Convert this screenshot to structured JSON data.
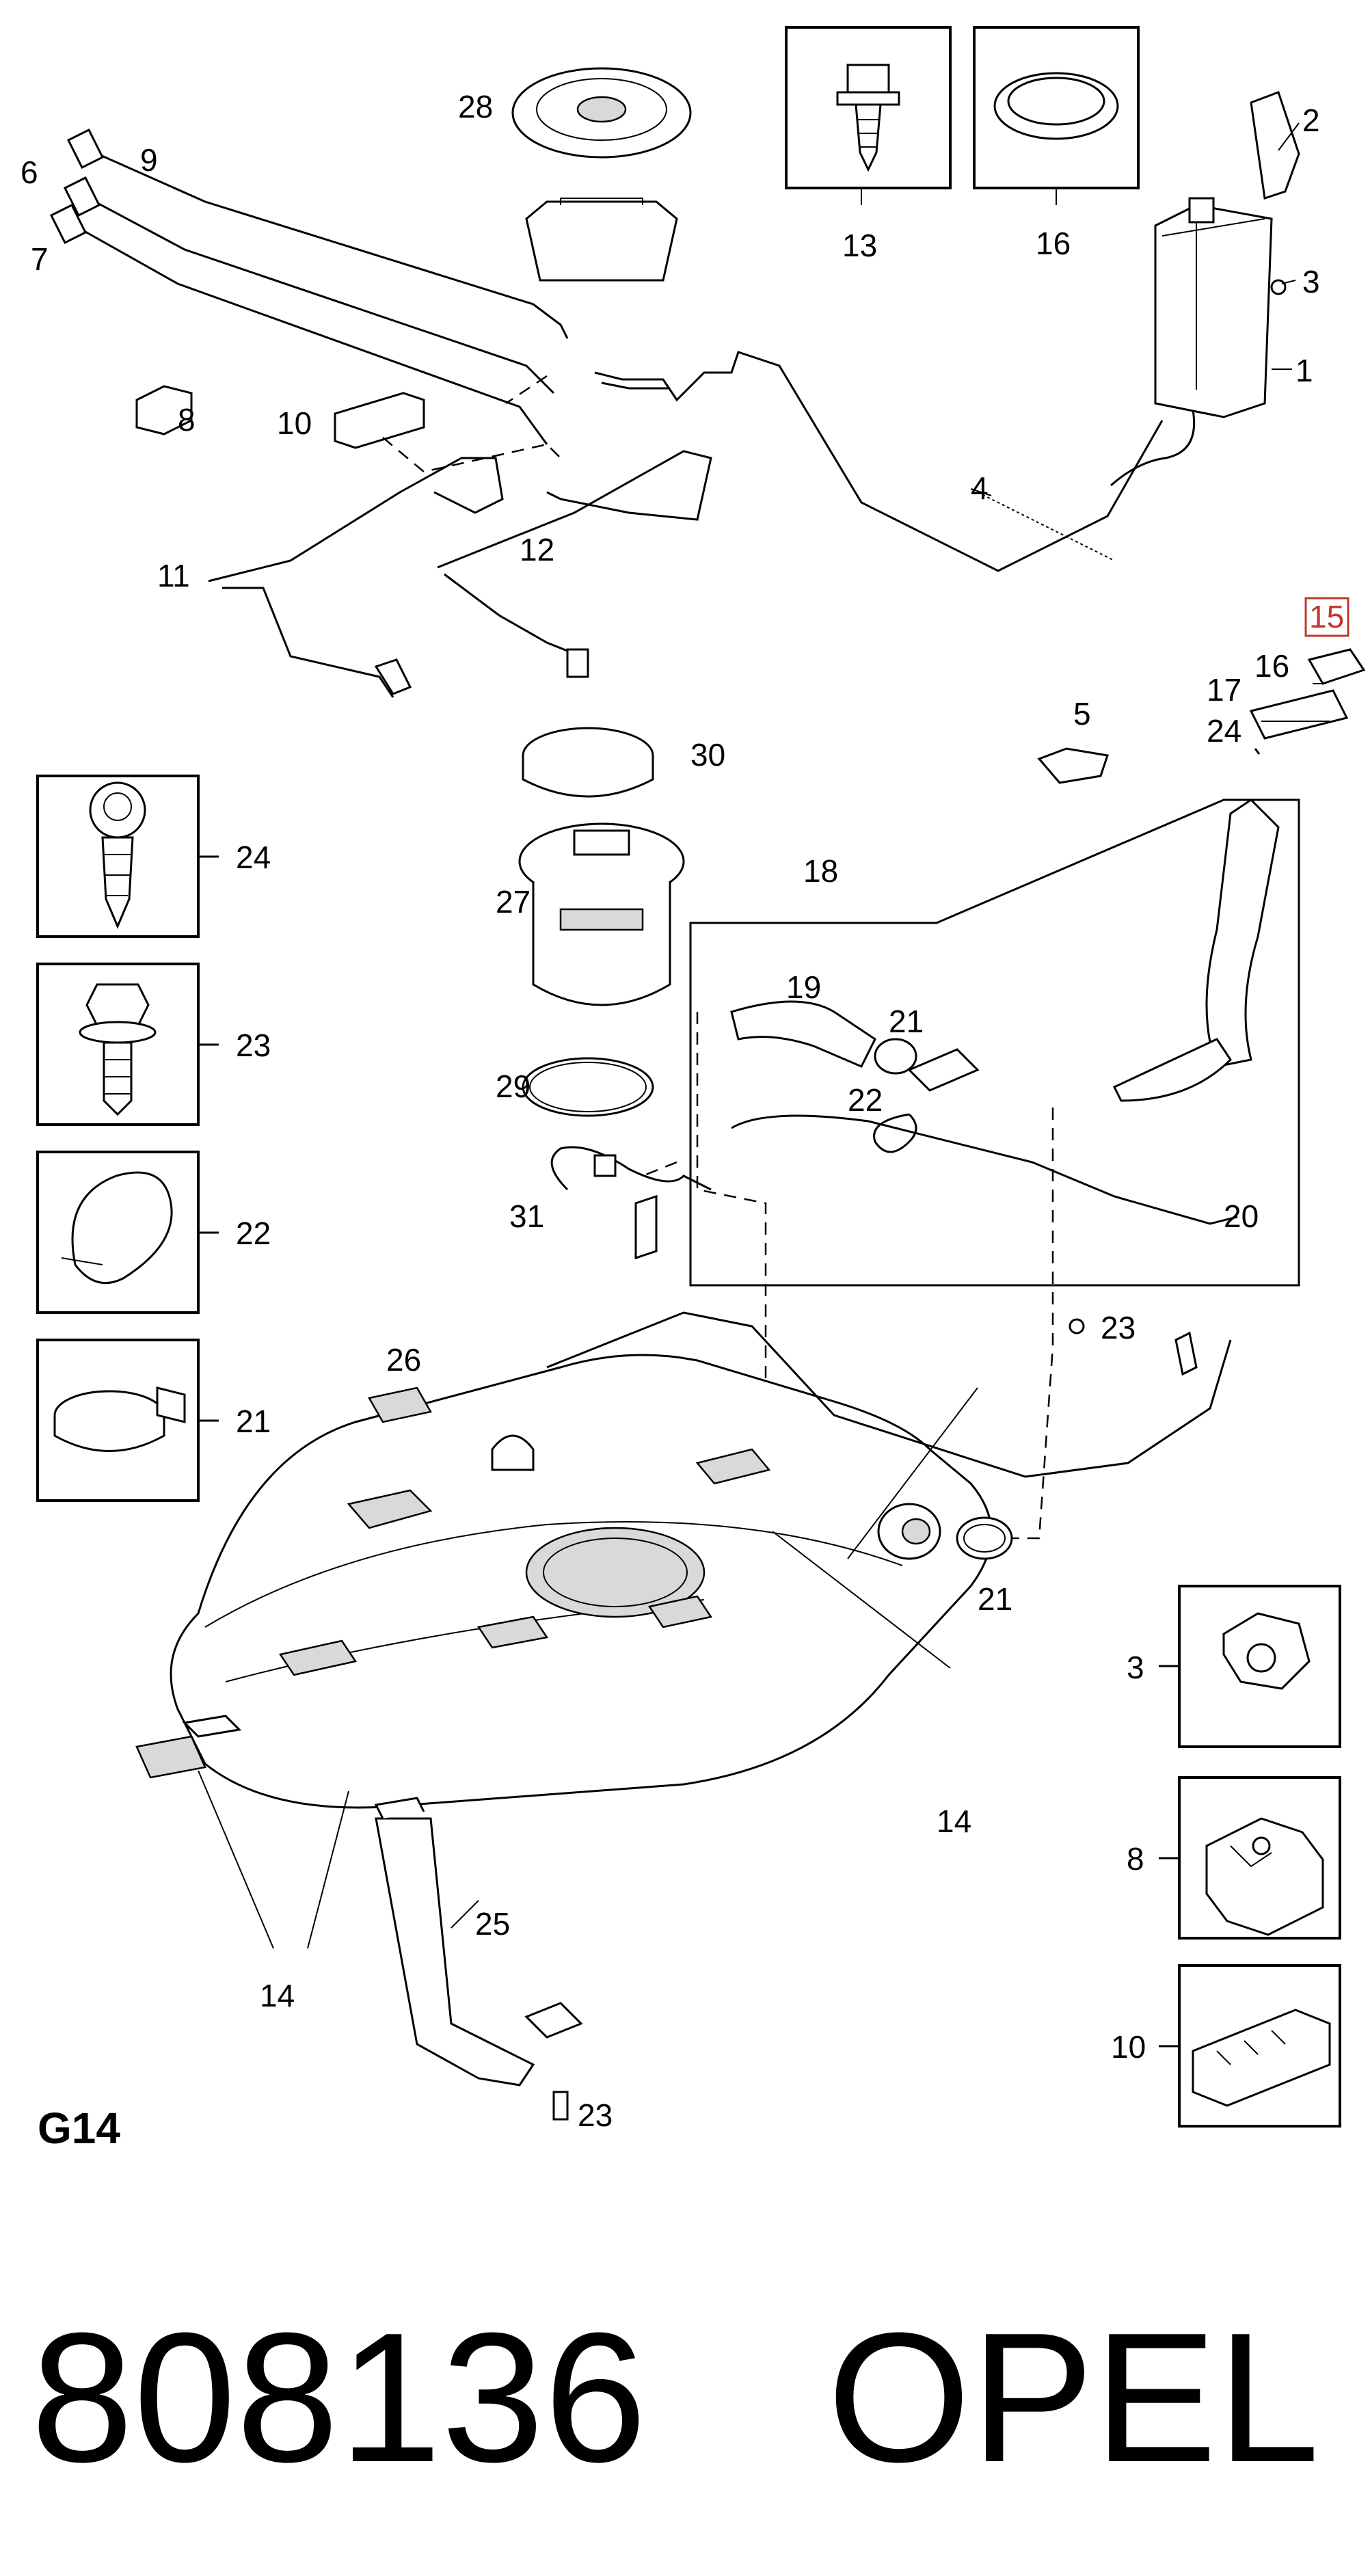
{
  "callouts": {
    "c1": "1",
    "c2": "2",
    "c3a": "3",
    "c3b": "3",
    "c4": "4",
    "c5": "5",
    "c6": "6",
    "c7": "7",
    "c8a": "8",
    "c8b": "8",
    "c9": "9",
    "c10a": "10",
    "c10b": "10",
    "c11": "11",
    "c12": "12",
    "c13": "13",
    "c14a": "14",
    "c14b": "14",
    "c15": "15",
    "c16a": "16",
    "c16b": "16",
    "c17": "17",
    "c18": "18",
    "c19": "19",
    "c20": "20",
    "c21a": "21",
    "c21b": "21",
    "c21c": "21",
    "c22a": "22",
    "c22b": "22",
    "c23a": "23",
    "c23b": "23",
    "c23c": "23",
    "c24a": "24",
    "c24b": "24",
    "c25": "25",
    "c26": "26",
    "c27": "27",
    "c28": "28",
    "c29": "29",
    "c30": "30",
    "c31": "31"
  },
  "diagram_code": "G14",
  "part_number": "808136",
  "brand": "OPEL",
  "highlight_color": "#c0392b"
}
